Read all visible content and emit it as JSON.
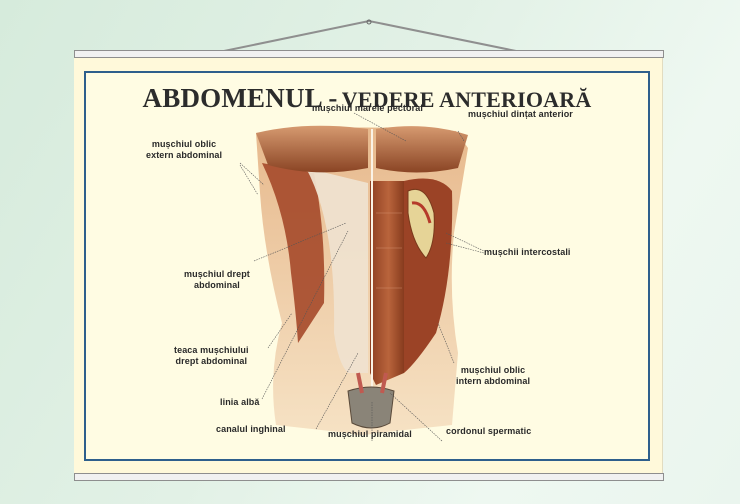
{
  "poster": {
    "title_main": "ABDOMENUL -",
    "title_sub": "VEDERE ANTERIOARĂ",
    "colors": {
      "background": "#dcede1",
      "poster_paper": "#fff9da",
      "frame_border": "#2e5f8c",
      "rod": "#f1f1f1",
      "rod_border": "#8e8e8e",
      "title_text": "#2c2c2c",
      "label_text": "#2a2a2a",
      "muscle": "#a8502f"
    }
  },
  "labels": {
    "pectoral": "mușchiul marele pectoral",
    "dintat": "mușchiul dințat anterior",
    "oblic_extern_1": "mușchiul oblic",
    "oblic_extern_2": "extern abdominal",
    "intercostali": "mușchii intercostali",
    "drept_1": "mușchiul drept",
    "drept_2": "abdominal",
    "teaca_1": "teaca mușchiului",
    "teaca_2": "drept abdominal",
    "oblic_intern_1": "mușchiul oblic",
    "oblic_intern_2": "intern abdominal",
    "linia_alba": "linia albă",
    "canal_inghinal": "canalul inghinal",
    "piramidal": "mușchiul piramidal",
    "cordon": "cordonul spermatic"
  }
}
